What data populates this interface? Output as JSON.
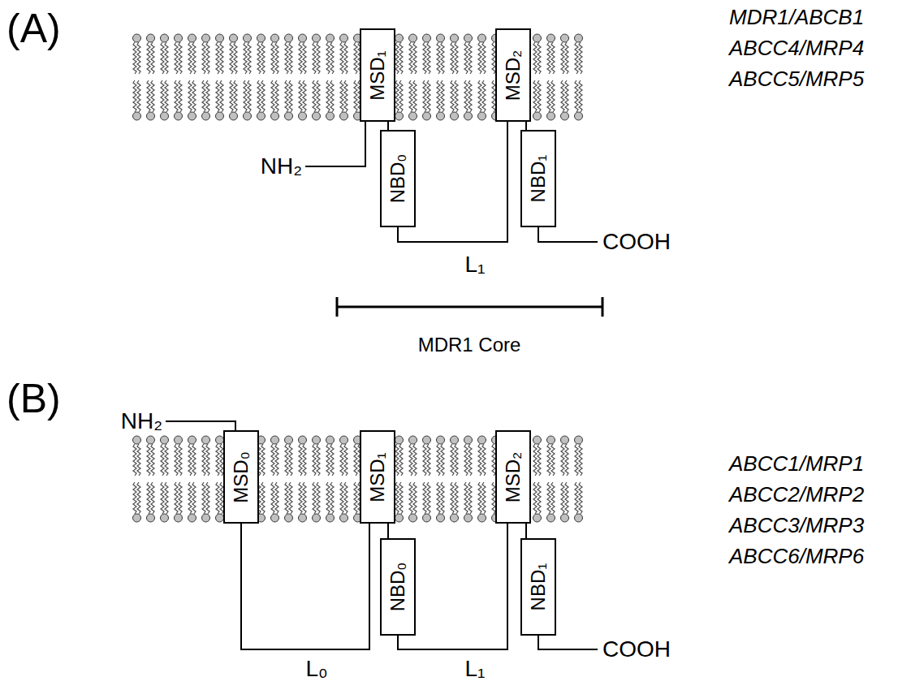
{
  "diagram": {
    "nodes": [
      {
        "text": [
          "MSD₁"
        ]
      },
      {
        "text": [
          "NBD₀"
        ]
      },
      {
        "text": [
          "MSD₂"
        ]
      },
      {
        "text": [
          "NBD₁"
        ]
      },
      {
        "text": [
          "MSD₀"
        ]
      },
      {
        "text": [
          "MSD₁"
        ]
      },
      {
        "text": [
          "NBD₀"
        ]
      },
      {
        "text": [
          "MSD₂"
        ]
      },
      {
        "text": [
          "NBD₁"
        ]
      }
    ],
    "edges": [
      {
        "from": 0,
        "to": 1,
        "arrow": "none"
      },
      {
        "from": 1,
        "to": 2,
        "label": "L₁",
        "arrow": "none"
      },
      {
        "from": 2,
        "to": 3,
        "arrow": "none"
      },
      {
        "from": 4,
        "to": 5,
        "label": "L₀",
        "arrow": "none"
      },
      {
        "from": 5,
        "to": 6,
        "arrow": "none"
      },
      {
        "from": 6,
        "to": 7,
        "label": "L₁",
        "arrow": "none"
      },
      {
        "from": 7,
        "to": 8,
        "arrow": "none"
      }
    ],
    "labels": [
      "(A)",
      "NH₂",
      "COOH",
      "MDR1/ABCB1",
      "ABCC4/MRP4",
      "ABCC5/MRP5",
      "MDR1 Core",
      "(B)",
      "NH₂",
      "COOH",
      "ABCC1/MRP1",
      "ABCC2/MRP2",
      "ABCC3/MRP3",
      "ABCC6/MRP6"
    ]
  }
}
